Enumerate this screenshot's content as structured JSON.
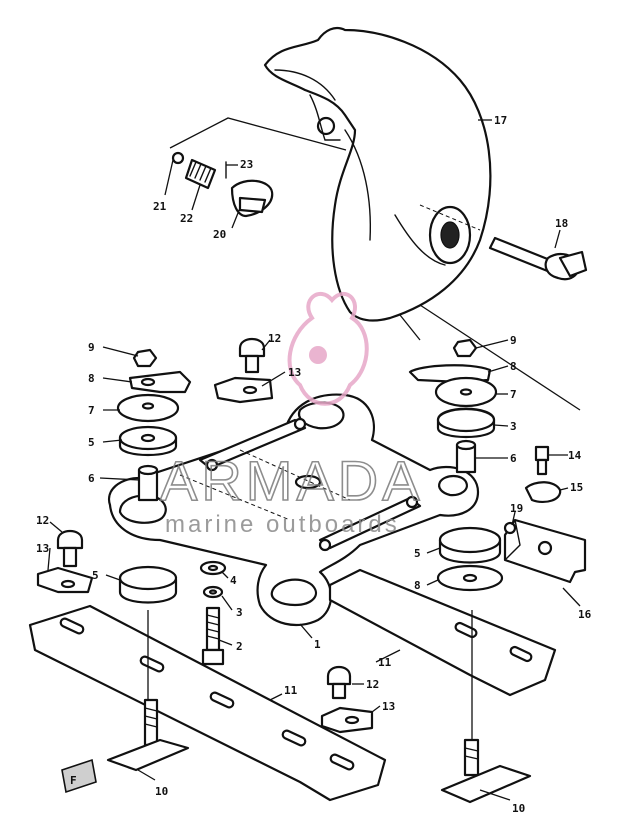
{
  "watermark": {
    "brand": "ARMADA",
    "tagline": "marine outboards",
    "logo_color": "#e7a8c8"
  },
  "callouts": {
    "p1": "1",
    "p2": "2",
    "p3": "3",
    "p4": "4",
    "p5": "5",
    "p6": "6",
    "p7": "7",
    "p8": "8",
    "p9": "9",
    "p10": "10",
    "p11": "11",
    "p12": "12",
    "p13": "13",
    "p14": "14",
    "p15": "15",
    "p16": "16",
    "p17": "17",
    "p18": "18",
    "p19": "19",
    "p20": "20",
    "p21": "21",
    "p22": "22",
    "p23": "23"
  },
  "front_marker": "F"
}
